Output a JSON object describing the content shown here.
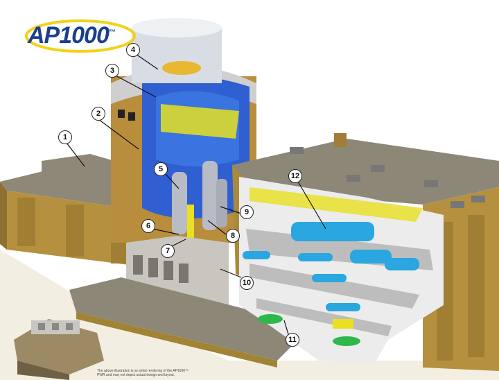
{
  "logo": {
    "text": "AP1000",
    "tm": "™"
  },
  "callouts": [
    "1",
    "2",
    "3",
    "4",
    "5",
    "6",
    "7",
    "8",
    "9",
    "10",
    "11",
    "12"
  ],
  "disclaimer": {
    "line1": "The above illustration is an artist rendering of the AP1000™",
    "line2": "PWR and may not depict actual design and layout."
  },
  "colors": {
    "building_tan": "#b8923f",
    "roof_gray": "#8c8577",
    "containment_blue": "#2f5fd0",
    "equipment_cyan": "#2aa6e0",
    "structure_yellow": "#e8e020",
    "steel_gray": "#b9bcc4"
  }
}
